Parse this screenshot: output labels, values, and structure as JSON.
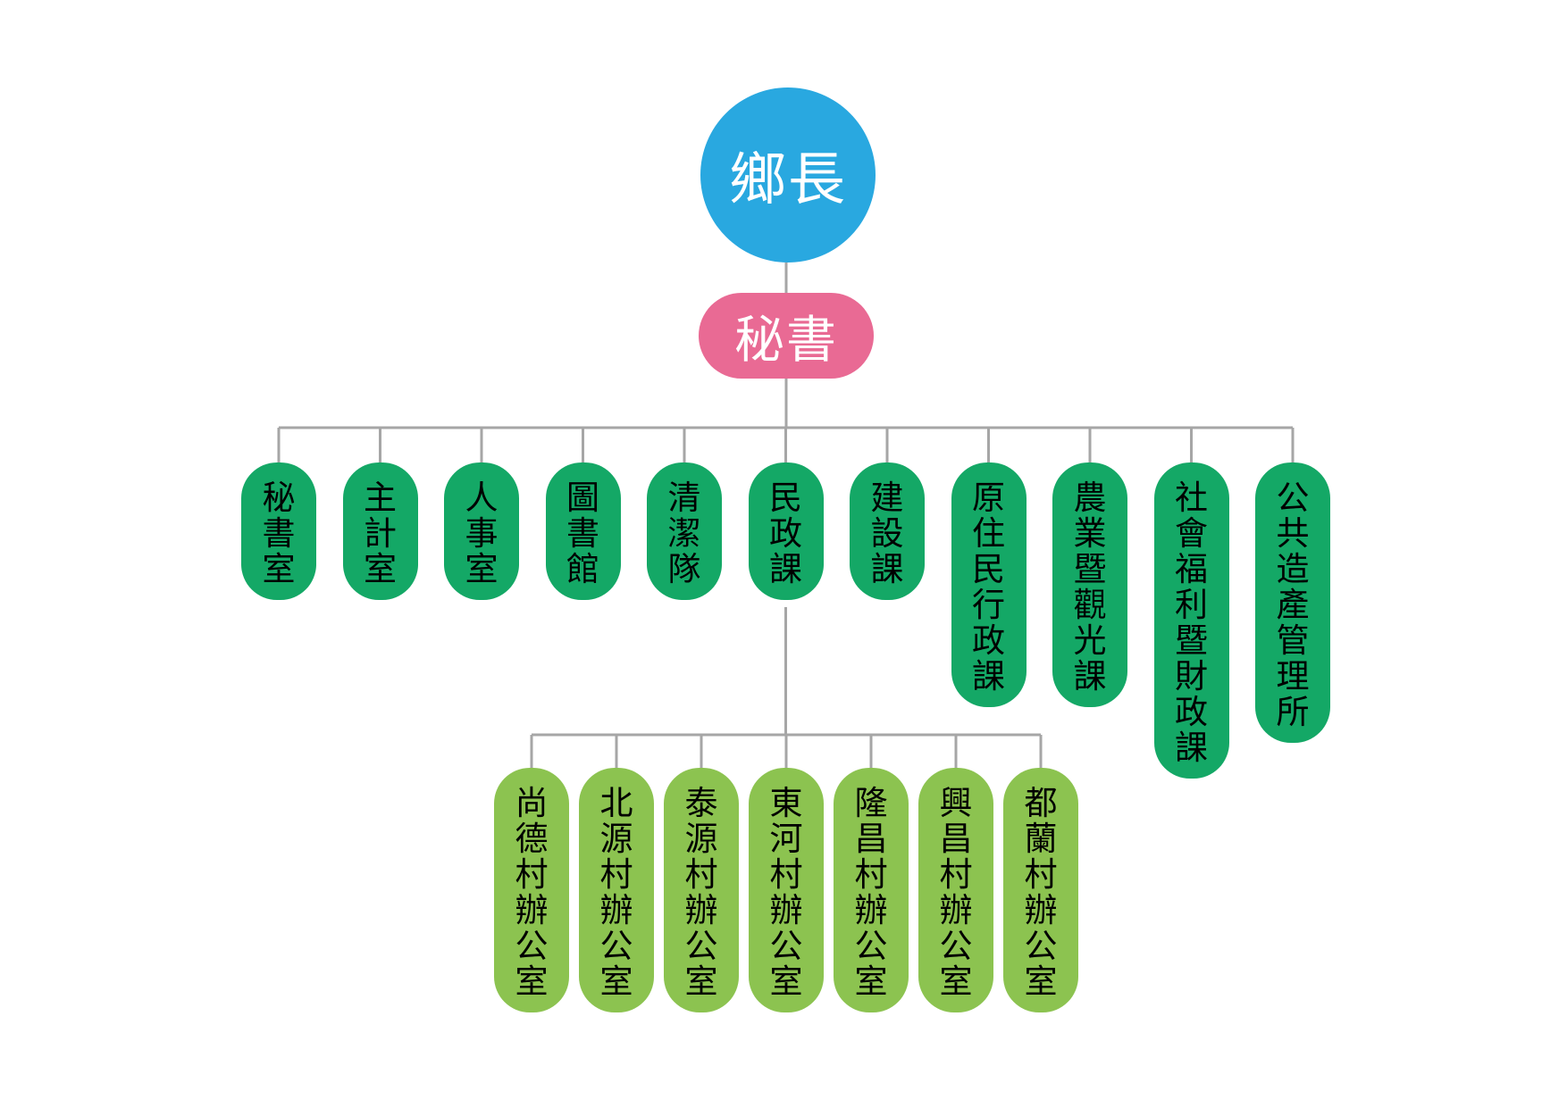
{
  "org_chart": {
    "head": {
      "label": "鄉長",
      "color": "#29a8e0"
    },
    "secretary": {
      "label": "秘書",
      "color": "#e96a94"
    },
    "departments": [
      {
        "label": "秘書室"
      },
      {
        "label": "主計室"
      },
      {
        "label": "人事室"
      },
      {
        "label": "圖書館"
      },
      {
        "label": "清潔隊"
      },
      {
        "label": "民政課"
      },
      {
        "label": "建設課"
      },
      {
        "label": "原住民行政課"
      },
      {
        "label": "農業暨觀光課"
      },
      {
        "label": "社會福利暨財政課"
      },
      {
        "label": "公共造產管理所"
      }
    ],
    "department_color": "#14a866",
    "village_parent": "民政課",
    "villages": [
      {
        "label": "尚德村辦公室"
      },
      {
        "label": "北源村辦公室"
      },
      {
        "label": "泰源村辦公室"
      },
      {
        "label": "東河村辦公室"
      },
      {
        "label": "隆昌村辦公室"
      },
      {
        "label": "興昌村辦公室"
      },
      {
        "label": "都蘭村辦公室"
      }
    ],
    "village_color": "#8cc350",
    "connector_color": "#a6a6a6"
  }
}
